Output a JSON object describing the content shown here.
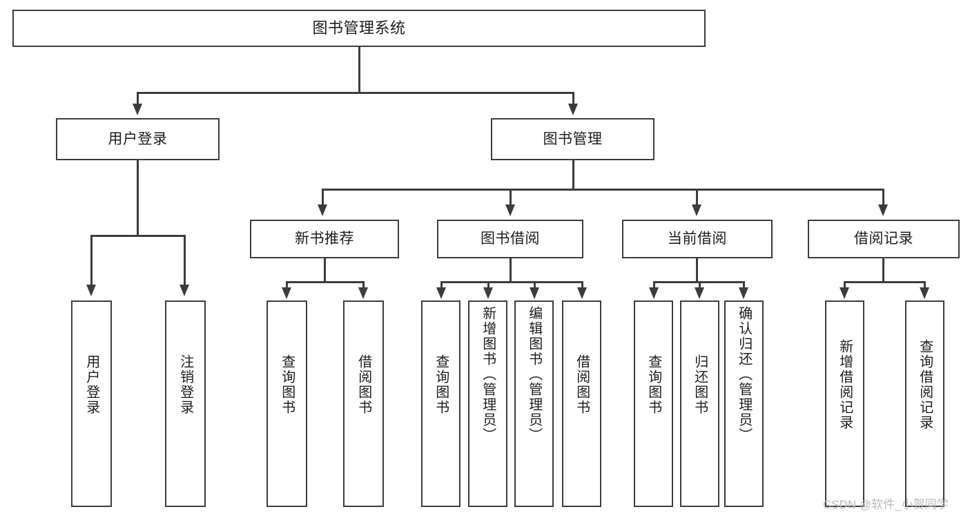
{
  "diagram": {
    "title": "图书管理系统",
    "type": "tree",
    "root": {
      "id": "root",
      "label": "图书管理系统"
    },
    "level2": [
      {
        "id": "user-login",
        "label": "用户登录"
      },
      {
        "id": "book-management",
        "label": "图书管理"
      }
    ],
    "level3": [
      {
        "id": "new-book-recommend",
        "label": "新书推荐"
      },
      {
        "id": "book-borrow",
        "label": "图书借阅"
      },
      {
        "id": "current-borrow",
        "label": "当前借阅"
      },
      {
        "id": "borrow-record",
        "label": "借阅记录"
      }
    ],
    "leaves": {
      "user_login": [
        {
          "id": "leaf-user-login",
          "label": "用户登录"
        },
        {
          "id": "leaf-logout",
          "label": "注销登录"
        }
      ],
      "new_book_recommend": [
        {
          "id": "leaf-query-book-1",
          "label": "查询图书"
        },
        {
          "id": "leaf-borrow-book-1",
          "label": "借阅图书"
        }
      ],
      "book_borrow": [
        {
          "id": "leaf-query-book-2",
          "label": "查询图书"
        },
        {
          "id": "leaf-add-book",
          "label": "新增图书（管理员）"
        },
        {
          "id": "leaf-edit-book",
          "label": "编辑图书（管理员）"
        },
        {
          "id": "leaf-borrow-book-2",
          "label": "借阅图书"
        }
      ],
      "current_borrow": [
        {
          "id": "leaf-query-book-3",
          "label": "查询图书"
        },
        {
          "id": "leaf-return-book",
          "label": "归还图书"
        },
        {
          "id": "leaf-confirm-return",
          "label": "确认归还（管理员）"
        }
      ],
      "borrow_record": [
        {
          "id": "leaf-add-record",
          "label": "新增借阅记录"
        },
        {
          "id": "leaf-query-record",
          "label": "查询借阅记录"
        }
      ]
    }
  },
  "watermark": {
    "text": "CSDN @软件_小贺同学"
  },
  "colors": {
    "background": "#ffffff",
    "stroke": "#3c3c3c",
    "text": "#1d1d1d",
    "watermark": "#b9b9b9"
  }
}
